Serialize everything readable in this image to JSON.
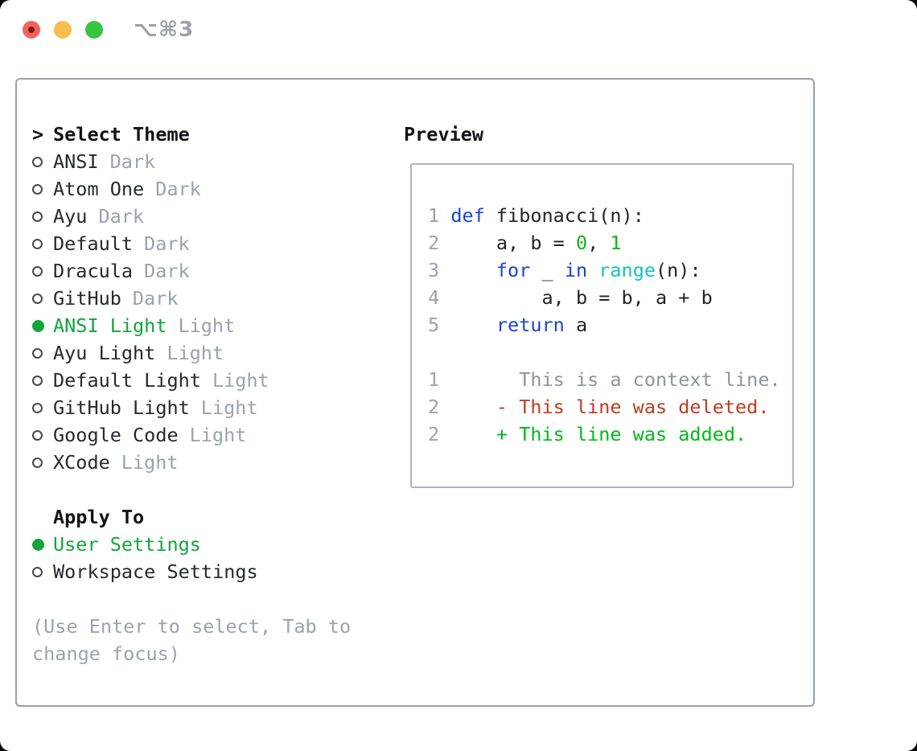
{
  "window": {
    "shortcut": "⌥⌘3",
    "traffic_lights": [
      {
        "name": "close",
        "color": "#f2625a"
      },
      {
        "name": "minimize",
        "color": "#f8bd4e"
      },
      {
        "name": "zoom",
        "color": "#37c43f"
      }
    ]
  },
  "theme_picker": {
    "cursor": ">",
    "title": "Select Theme",
    "items": [
      {
        "name": "ANSI",
        "tag": "Dark",
        "selected": false
      },
      {
        "name": "Atom One",
        "tag": "Dark",
        "selected": false
      },
      {
        "name": "Ayu",
        "tag": "Dark",
        "selected": false
      },
      {
        "name": "Default",
        "tag": "Dark",
        "selected": false
      },
      {
        "name": "Dracula",
        "tag": "Dark",
        "selected": false
      },
      {
        "name": "GitHub",
        "tag": "Dark",
        "selected": false
      },
      {
        "name": "ANSI Light",
        "tag": "Light",
        "selected": true
      },
      {
        "name": "Ayu Light",
        "tag": "Light",
        "selected": false
      },
      {
        "name": "Default Light",
        "tag": "Light",
        "selected": false
      },
      {
        "name": "GitHub Light",
        "tag": "Light",
        "selected": false
      },
      {
        "name": "Google Code",
        "tag": "Light",
        "selected": false
      },
      {
        "name": "XCode",
        "tag": "Light",
        "selected": false
      }
    ],
    "apply_to": {
      "title": "Apply To",
      "options": [
        {
          "label": "User Settings",
          "selected": true
        },
        {
          "label": "Workspace Settings",
          "selected": false
        }
      ]
    },
    "hint": "(Use Enter to select, Tab to change focus)"
  },
  "preview": {
    "title": "Preview",
    "code_lines": [
      {
        "num": "1",
        "tokens": [
          {
            "t": "def",
            "c": "blue"
          },
          {
            "t": " fibonacci(n):",
            "c": "plain"
          }
        ]
      },
      {
        "num": "2",
        "tokens": [
          {
            "t": "    a, b = ",
            "c": "plain"
          },
          {
            "t": "0",
            "c": "green"
          },
          {
            "t": ", ",
            "c": "plain"
          },
          {
            "t": "1",
            "c": "green"
          }
        ]
      },
      {
        "num": "3",
        "tokens": [
          {
            "t": "    ",
            "c": "plain"
          },
          {
            "t": "for",
            "c": "blue"
          },
          {
            "t": " _ ",
            "c": "plain"
          },
          {
            "t": "in",
            "c": "blue"
          },
          {
            "t": " ",
            "c": "plain"
          },
          {
            "t": "range",
            "c": "cyan"
          },
          {
            "t": "(n):",
            "c": "plain"
          }
        ]
      },
      {
        "num": "4",
        "tokens": [
          {
            "t": "        a, b = b, a + b",
            "c": "plain"
          }
        ]
      },
      {
        "num": "5",
        "tokens": [
          {
            "t": "    ",
            "c": "plain"
          },
          {
            "t": "return",
            "c": "blue"
          },
          {
            "t": " a",
            "c": "plain"
          }
        ]
      },
      {
        "num": "",
        "tokens": []
      },
      {
        "num": "1",
        "tokens": [
          {
            "t": "      This is a context line.",
            "c": "context"
          }
        ]
      },
      {
        "num": "2",
        "tokens": [
          {
            "t": "    - This line was deleted.",
            "c": "deleted"
          }
        ]
      },
      {
        "num": "2",
        "tokens": [
          {
            "t": "    + This line was added.",
            "c": "added"
          }
        ]
      }
    ]
  },
  "colors": {
    "accent_green": "#12a53c",
    "keyword_blue": "#1b44d0",
    "function_cyan": "#14bec6",
    "number_green": "#0db614",
    "added_green": "#00b81a",
    "deleted_red": "#c33a1e",
    "context_gray": "#8d949d",
    "muted_gray": "#99a3ad",
    "text_primary": "#24292f",
    "panel_border": "#96a0ab",
    "preview_border": "#adb3bd",
    "traffic_red": "#f2625a",
    "traffic_yellow": "#f8bd4e",
    "traffic_green": "#37c43f",
    "shortcut_gray": "#9aa1a8"
  }
}
